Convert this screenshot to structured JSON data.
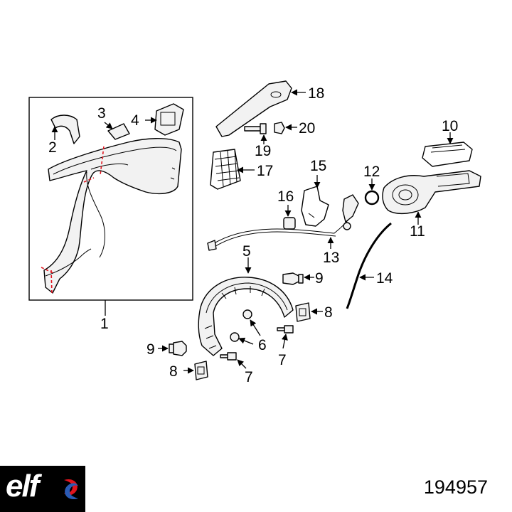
{
  "callouts": {
    "c1": "1",
    "c2": "2",
    "c3": "3",
    "c4": "4",
    "c5": "5",
    "c6": "6",
    "c7a": "7",
    "c7b": "7",
    "c8a": "8",
    "c8b": "8",
    "c9a": "9",
    "c9b": "9",
    "c10": "10",
    "c11": "11",
    "c12": "12",
    "c13": "13",
    "c14": "14",
    "c15": "15",
    "c16": "16",
    "c17": "17",
    "c18": "18",
    "c19": "19",
    "c20": "20"
  },
  "brand": {
    "logo_text": "elf",
    "logo_icon": "elf-swirl-icon"
  },
  "part_number": "194957",
  "colors": {
    "cut_lines": "#e0141e",
    "logo_background": "#000000",
    "logo_swirl_red": "#e0141e",
    "logo_swirl_blue": "#2a5bb5"
  }
}
